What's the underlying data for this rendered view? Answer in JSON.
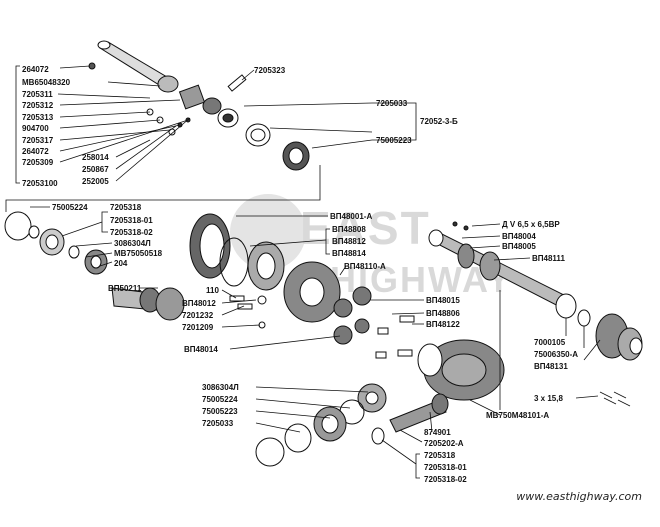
{
  "watermark": "www.easthighway.com",
  "logo_text": "EAST HIGHWAY",
  "labels": {
    "l1": "264072",
    "l2": "MB65048320",
    "l3": "7205311",
    "l4": "7205312",
    "l5": "7205313",
    "l6": "904700",
    "l7": "7205317",
    "l8": "264072",
    "l9": "7205309",
    "l10": "72053100",
    "l11": "258014",
    "l12": "250867",
    "l13": "252005",
    "l14": "7205323",
    "l15": "7205033",
    "l16": "72052-3-Б",
    "l17": "75005223",
    "l18": "75005224",
    "l19": "7205318",
    "l20": "7205318-01",
    "l21": "7205318-02",
    "l22": "3086304Л",
    "l23": "MB75050518",
    "l24": "204",
    "l25": "ВП50211",
    "l26": "110",
    "l27": "ВП48012",
    "l28": "7201232",
    "l29": "7201209",
    "l30": "ВП48014",
    "l31": "ВП48001-А",
    "l32": "ВП48808",
    "l33": "ВП48812",
    "l34": "ВП48814",
    "l35": "ВП48110-А",
    "l36": "ВП48015",
    "l37": "ВП48806",
    "l38": "ВП48122",
    "l39": "Д V 6,5 х 6,5ВР",
    "l40": "ВП48004",
    "l41": "ВП48005",
    "l42": "ВП48111",
    "l43": "7000105",
    "l44": "75006350-А",
    "l45": "ВП48131",
    "l46": "3 х 15,8",
    "l47": "3086304Л",
    "l48": "75005224",
    "l49": "75005223",
    "l50": "7205033",
    "l51": "874901",
    "l52": "7205202-А",
    "l53": "7205318",
    "l54": "7205318-01",
    "l55": "7205318-02",
    "l56": "MB750M48101-А"
  }
}
